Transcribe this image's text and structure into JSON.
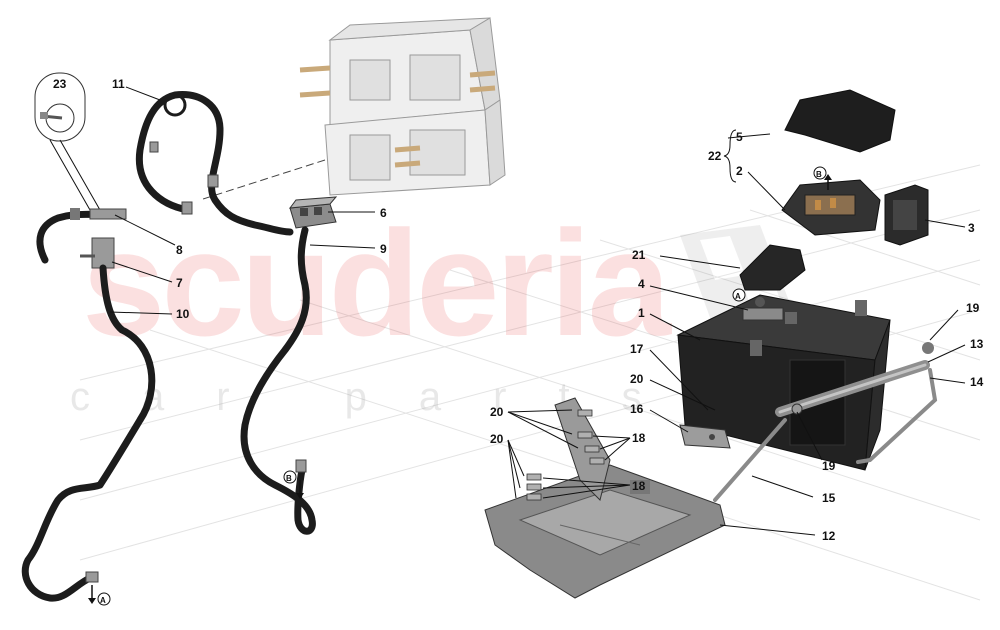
{
  "watermark": {
    "brand": "scuderia",
    "subtitle": "car parts"
  },
  "callouts": {
    "n1": "1",
    "n2": "2",
    "n3": "3",
    "n4": "4",
    "n5": "5",
    "n6": "6",
    "n7": "7",
    "n8": "8",
    "n9": "9",
    "n10": "10",
    "n11": "11",
    "n12": "12",
    "n13": "13",
    "n14": "14",
    "n15": "15",
    "n16": "16",
    "n17": "17",
    "n18a": "18",
    "n18b": "18",
    "n19a": "19",
    "n19b": "19",
    "n20a": "20",
    "n20b": "20",
    "n20c": "20",
    "n21": "21",
    "n22": "22",
    "n23": "23"
  },
  "connection_markers": {
    "a_fuse": "A",
    "b_fuse": "B",
    "a_cable": "A",
    "b_cable": "B"
  },
  "colors": {
    "cable": "#1c1c1c",
    "battery": "#222222",
    "tray": "#8a8a8a",
    "watermark": "#e52b2b"
  }
}
